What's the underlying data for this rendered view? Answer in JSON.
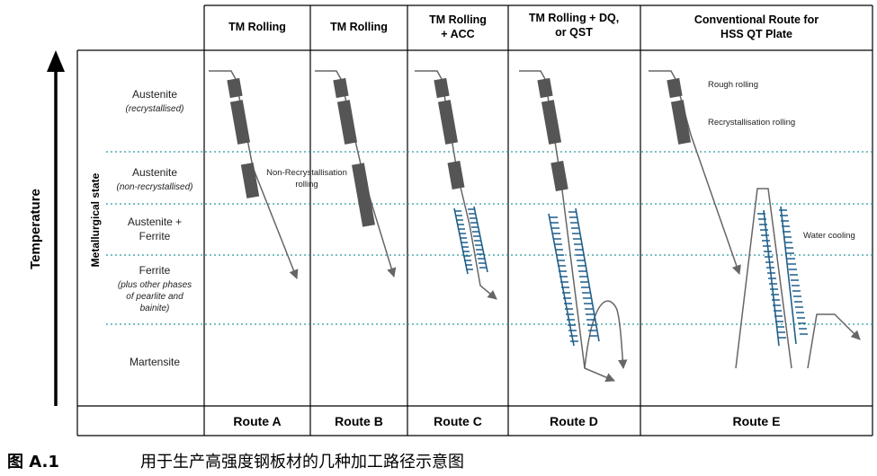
{
  "axis": {
    "temperature_label": "Temperature",
    "metallurgical_label": "Metallurgical state"
  },
  "states": {
    "s1_line1": "Austenite",
    "s1_line2": "(recrystallised)",
    "s2_line1": "Austenite",
    "s2_line2": "(non-recrystallised)",
    "s3_line1": "Austenite +",
    "s3_line2": "Ferrite",
    "s4_line1": "Ferrite",
    "s4_line2": "(plus other phases",
    "s4_line3": "of pearlite and",
    "s4_line4": "bainite)",
    "s5_line1": "Martensite"
  },
  "headers": {
    "a": "TM Rolling",
    "b": "TM Rolling",
    "c_line1": "TM Rolling",
    "c_line2": "+ ACC",
    "d_line1": "TM Rolling + DQ,",
    "d_line2": "or QST",
    "e_line1": "Conventional Route for",
    "e_line2": "HSS QT Plate"
  },
  "routes": {
    "a": "Route A",
    "b": "Route B",
    "c": "Route C",
    "d": "Route D",
    "e": "Route E"
  },
  "annotations": {
    "nonrecryst_line1": "Non-Recrystallisation",
    "nonrecryst_line2": "rolling",
    "rough": "Rough rolling",
    "recryst": "Recrystallisation rolling",
    "water": "Water cooling"
  },
  "caption": {
    "label": "图 A.1",
    "text": "用于生产高强度钢板材的几种加工路径示意图"
  },
  "colors": {
    "rolling_block": "#555555",
    "cooling_ticks": "#1f5f8b",
    "dotted_lines": "#2a9aa0",
    "path": "#666666"
  }
}
